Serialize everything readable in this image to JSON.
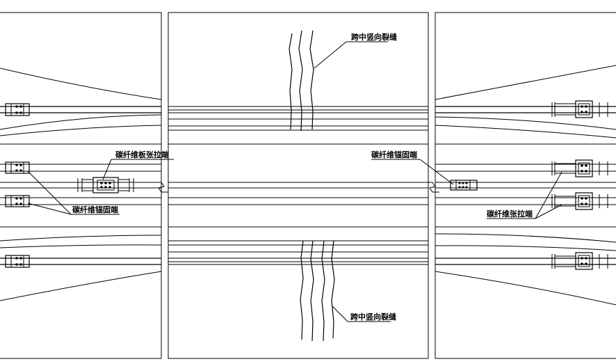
{
  "labels": {
    "crack_top": "跨中竖向裂缝",
    "crack_bottom": "跨中竖向裂缝",
    "plate_tension_end": "碳纤维板张拉端",
    "anchor_fixed_end_left": "碳纤维锚固端",
    "anchor_fixed_end_center": "碳纤维锚固端",
    "tension_end_right": "碳纤维张拉端"
  }
}
